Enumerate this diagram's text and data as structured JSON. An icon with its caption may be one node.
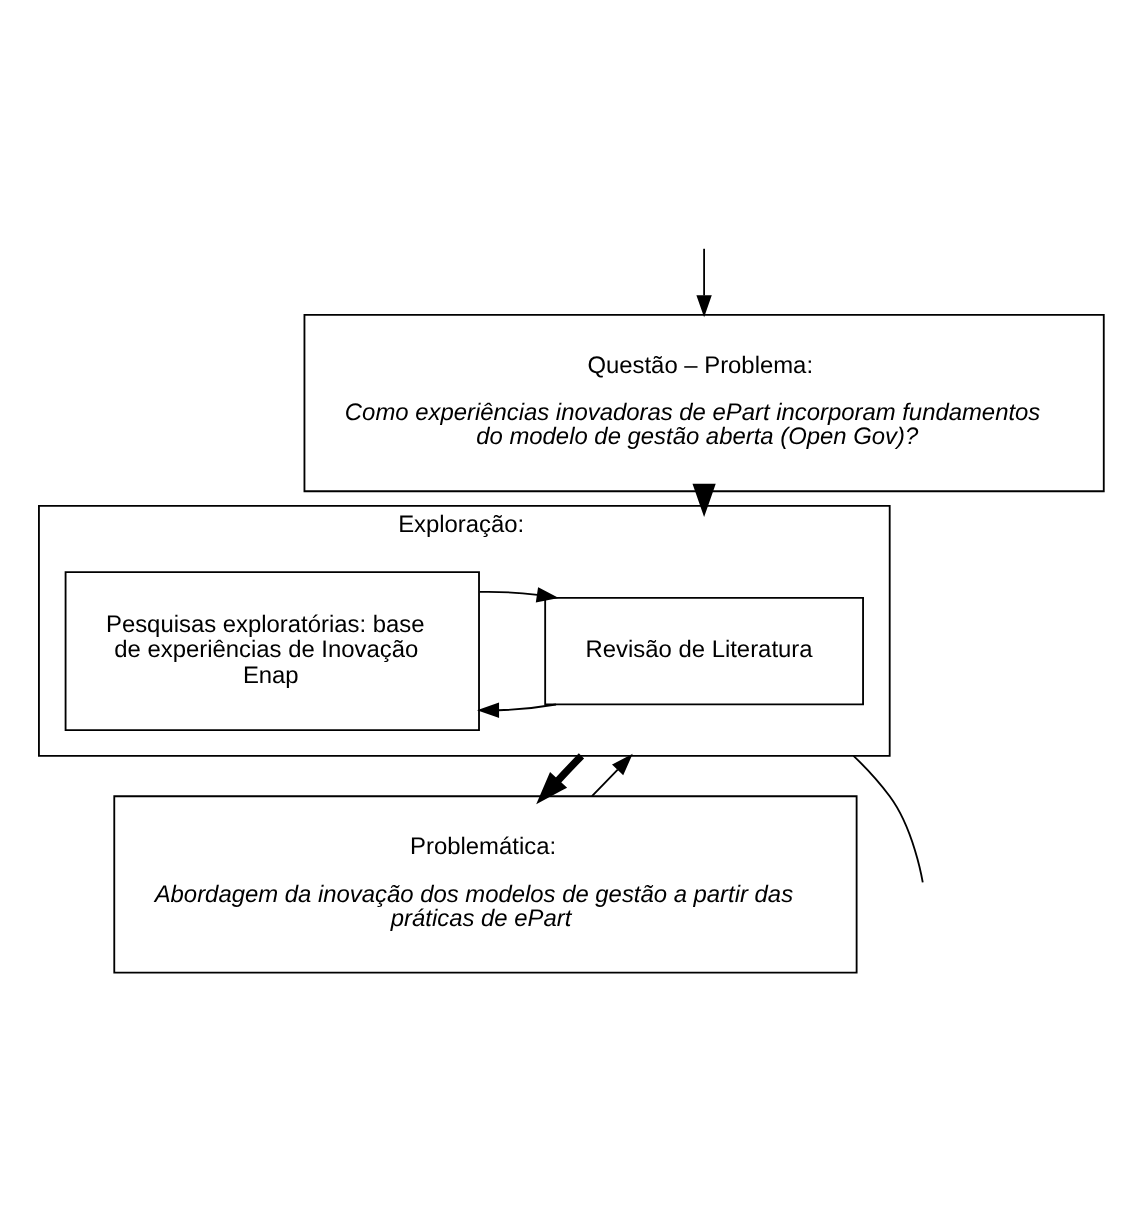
{
  "diagram": {
    "nodes": [
      {
        "text": [
          "Questão – Problema:",
          "Como experiências inovadoras de ePart incorporam fundamentos do modelo de gestão aberta (Open Gov)?"
        ]
      },
      {
        "text": [
          "Exploração:"
        ]
      },
      {
        "text": [
          "Revisão de Literatura"
        ],
        "in": 1
      },
      {
        "text": [
          "Pesquisas exploratórias: base de experiências de Inovação Enap"
        ],
        "in": 1
      },
      {
        "text": [
          "Problemática:",
          "Abordagem da inovação dos modelos de gestão a partir das práticas de ePart"
        ]
      }
    ],
    "edges": [
      {
        "from": 0,
        "to": 1,
        "arrow": "to",
        "style": "thick"
      },
      {
        "from": 2,
        "to": 3,
        "arrow": "to"
      },
      {
        "from": 3,
        "to": 2,
        "arrow": "to"
      },
      {
        "from": 1,
        "to": 4,
        "arrow": "to",
        "style": "thick"
      },
      {
        "from": 4,
        "to": 1,
        "arrow": "to"
      },
      {
        "from": 1,
        "to": null,
        "arrow": "none"
      },
      {
        "from": null,
        "to": 0,
        "arrow": "to"
      }
    ]
  }
}
